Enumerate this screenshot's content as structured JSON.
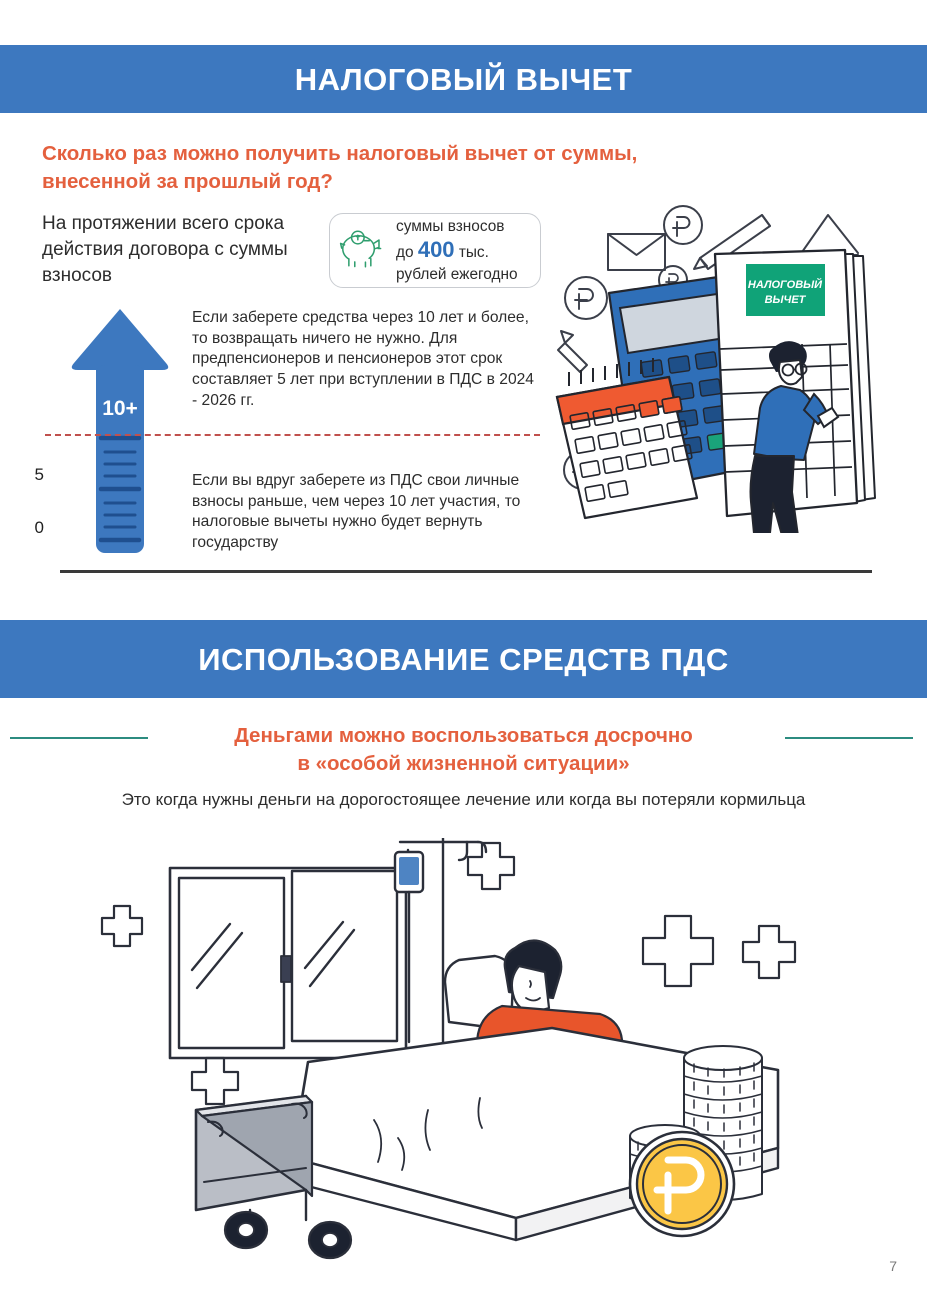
{
  "page": {
    "number": "7",
    "background": "#ffffff",
    "accent_blue": "#3d78bf",
    "accent_orange": "#e4603e",
    "accent_teal": "#2c8c80",
    "accent_green": "#10a378",
    "accent_red_dash": "#c0504d"
  },
  "section1": {
    "banner_title": "НАЛОГОВЫЙ ВЫЧЕТ",
    "question_heading": "Сколько раз можно получить налоговый вычет от суммы, внесенной за прошлый год?",
    "lead_text": "На протяжении всего срока действия договора с суммы взносов",
    "pill": {
      "icon": "piggy-bank-icon",
      "line1": "суммы взносов",
      "line2_prefix": "до ",
      "line2_value": "400",
      "line2_suffix": " тыс.",
      "line3": "рублей ежегодно"
    },
    "gauge": {
      "icon": "up-arrow-gauge-icon",
      "badge": "10+",
      "scale_top": "5",
      "scale_bottom": "0"
    },
    "paragraph_1": "Если заберете средства через 10 лет и более, то возвращать ничего не нужно. Для предпенсионеров и пенсионеров этот срок составляет 5 лет при вступлении в ПДС в 2024 - 2026 гг.",
    "paragraph_2": "Если вы вдруг заберете из ПДС свои личные взносы раньше, чем через 10 лет участия, то налоговые вычеты нужно будет вернуть государству",
    "illustration": {
      "name": "tax-deduction-illustration",
      "document_label_line1": "НАЛОГОВЫЙ",
      "document_label_line2": "ВЫЧЕТ",
      "elements": [
        "calculator",
        "calendar",
        "envelope",
        "pencil",
        "ruble-coin",
        "tax-document",
        "person-filling-form"
      ]
    }
  },
  "section2": {
    "banner_title": "ИСПОЛЬЗОВАНИЕ СРЕДСТВ ПДС",
    "sub_heading_line1": "Деньгами можно воспользоваться досрочно",
    "sub_heading_line2": "в «особой жизненной ситуации»",
    "body_text": "Это когда нужны деньги на дорогостоящее лечение или когда вы потеряли кормильца",
    "illustration": {
      "name": "hospital-illustration",
      "elements": [
        "window",
        "iv-drip-stand",
        "hospital-bed",
        "patient",
        "coin-stack",
        "ruble-coin",
        "medical-cross"
      ]
    }
  }
}
